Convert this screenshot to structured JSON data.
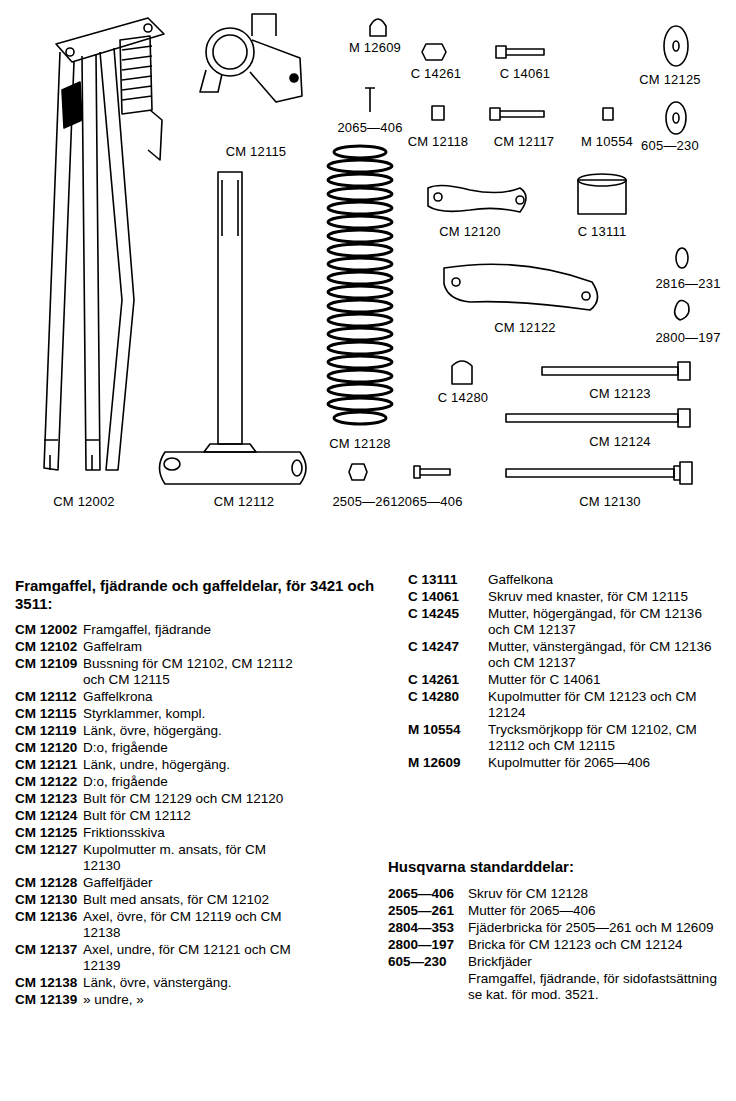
{
  "diagram": {
    "title": "Framgaffel, fjädrande och gaffeldelar, för 3421 och 3511:",
    "labels": [
      "M 12609",
      "C 14261",
      "C 14061",
      "CM 12125",
      "2065—406",
      "CM 12118",
      "CM 12117",
      "M 10554",
      "605—230",
      "CM 12115",
      "CM 12120",
      "C 13111",
      "2816—231",
      "CM 12122",
      "2800—197",
      "C 14280",
      "CM 12123",
      "CM 12124",
      "CM 12128",
      "CM 12002",
      "CM 12112",
      "2505—261",
      "2065—406",
      "CM 12130",
      "CM 12002",
      "Framgaffel, fjädrande",
      "CM 12102",
      "Gaffelram",
      "CM 12109",
      "Bussning för CM 12102, CM 12112 och CM 12115",
      "CM 12112",
      "Gaffelkrona",
      "CM 12115",
      "Styrklammer, kompl.",
      "CM 12119",
      "Länk, övre, högergäng.",
      "CM 12120",
      "D:o, frigående",
      "CM 12121",
      "Länk, undre, högergäng.",
      "CM 12122",
      "D:o, frigående",
      "CM 12123",
      "Bult för CM 12129 och CM 12120",
      "CM 12124",
      "Bult för CM 12112",
      "CM 12125",
      "Friktionsskiva",
      "CM 12127",
      "Kupolmutter m. ansats, för CM 12130",
      "CM 12128",
      "Gaffelfjäder",
      "CM 12130",
      "Bult med ansats, för CM 12102",
      "CM 12136",
      "Axel, övre, för CM 12119 och CM 12138",
      "CM 12137",
      "Axel, undre, för CM 12121 och CM 12139",
      "CM 12138",
      "Länk, övre, vänstergäng.",
      "CM 12139",
      "» undre, »",
      "C 13111",
      "Gaffelkona",
      "C 14061",
      "Skruv med knaster, för CM 12115",
      "C 14245",
      "Mutter, högergängad, för CM 12136 och CM 12137",
      "C 14247",
      "Mutter, vänstergängad, för CM 12136 och CM 12137",
      "C 14261",
      "Mutter för C 14061",
      "C 14280",
      "Kupolmutter för CM 12123 och CM 12124",
      "M 10554",
      "Trycksmörjkopp för CM 12102, CM 12112 och CM 12115",
      "M 12609",
      "Kupolmutter för 2065—406",
      "Husqvarna standarddelar:",
      "2065—406",
      "Skruv för CM 12128",
      "2505—261",
      "Mutter för 2065—406",
      "2804—353",
      "Fjäderbricka för 2505—261 och M 12609",
      "2800—197",
      "Bricka för CM 12123 och CM 12124",
      "605—230",
      "Brickfjäder",
      "Framgaffel, fjädrande, för sidofastsättning se kat. för mod. 3521."
    ]
  }
}
